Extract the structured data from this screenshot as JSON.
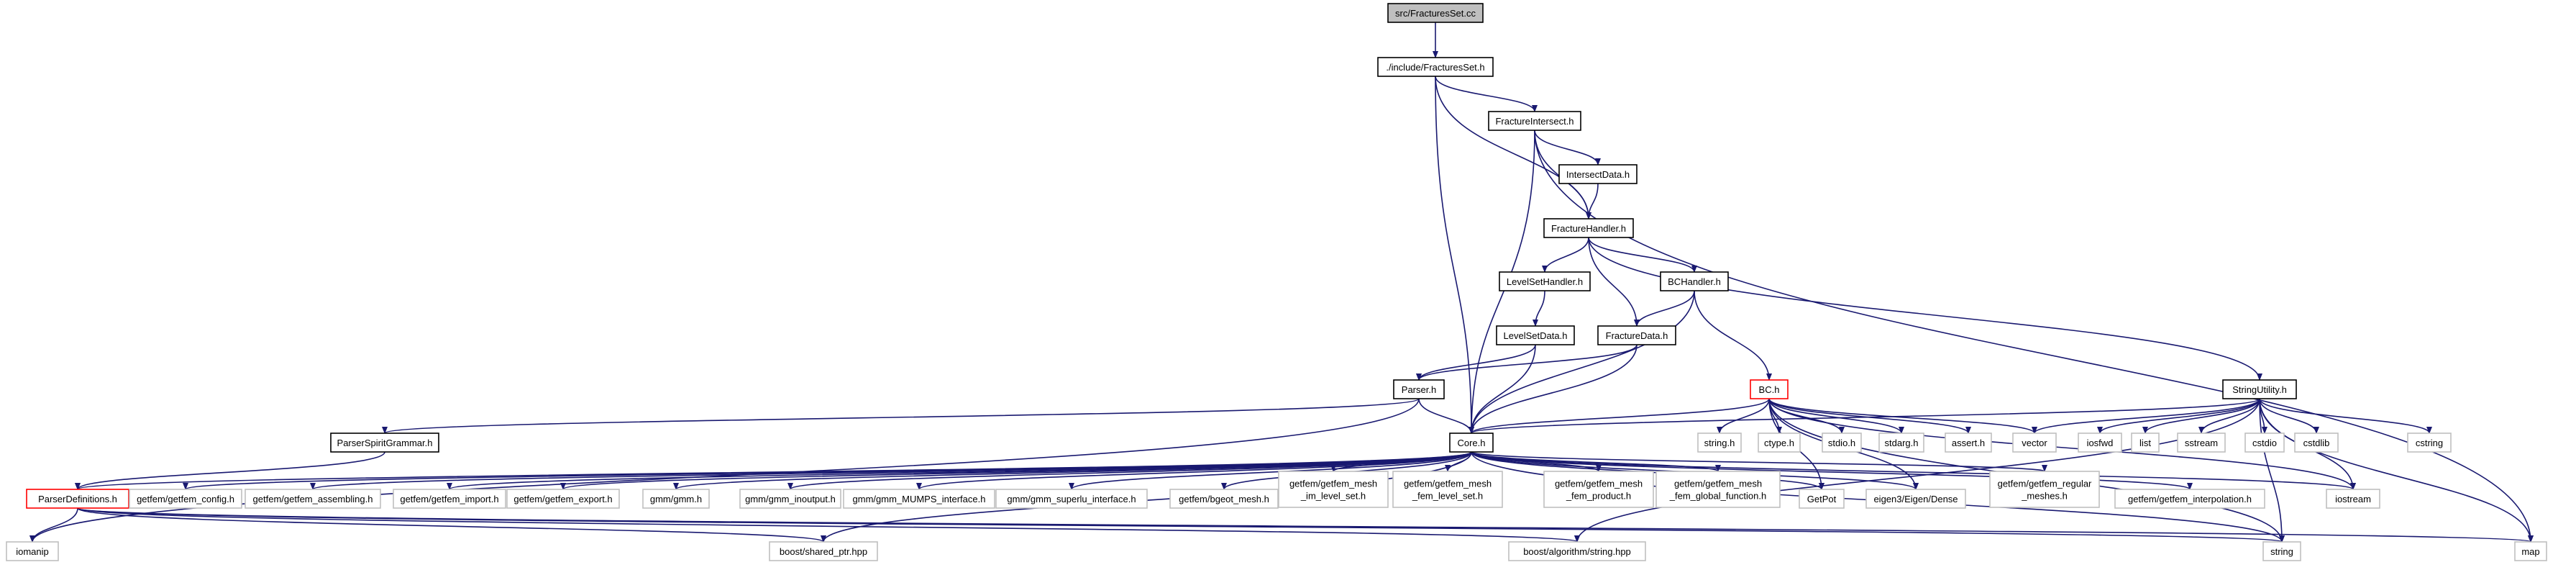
{
  "colors": {
    "edge": "#191970",
    "box_internal": "#000000",
    "box_external": "#bfbfbf",
    "box_incomplete": "#ff0000",
    "root_fill": "#bfbfbf"
  },
  "nodes": [
    {
      "id": "root",
      "lines": [
        "src/FracturesSet.cc"
      ],
      "kind": "root"
    },
    {
      "id": "include_fracturesset",
      "lines": [
        "./include/FracturesSet.h"
      ],
      "kind": "internal"
    },
    {
      "id": "fractureintersect",
      "lines": [
        "FractureIntersect.h"
      ],
      "kind": "internal"
    },
    {
      "id": "intersectdata",
      "lines": [
        "IntersectData.h"
      ],
      "kind": "internal"
    },
    {
      "id": "fracturehandler",
      "lines": [
        "FractureHandler.h"
      ],
      "kind": "internal"
    },
    {
      "id": "levelsethandler",
      "lines": [
        "LevelSetHandler.h"
      ],
      "kind": "internal"
    },
    {
      "id": "bchandler",
      "lines": [
        "BCHandler.h"
      ],
      "kind": "internal"
    },
    {
      "id": "levelsetdata",
      "lines": [
        "LevelSetData.h"
      ],
      "kind": "internal"
    },
    {
      "id": "fracturedata",
      "lines": [
        "FractureData.h"
      ],
      "kind": "internal"
    },
    {
      "id": "parser",
      "lines": [
        "Parser.h"
      ],
      "kind": "internal"
    },
    {
      "id": "bc",
      "lines": [
        "BC.h"
      ],
      "kind": "incomplete"
    },
    {
      "id": "stringutility",
      "lines": [
        "StringUtility.h"
      ],
      "kind": "internal"
    },
    {
      "id": "parserspiritgrammar",
      "lines": [
        "ParserSpiritGrammar.h"
      ],
      "kind": "internal"
    },
    {
      "id": "core",
      "lines": [
        "Core.h"
      ],
      "kind": "internal"
    },
    {
      "id": "stringh",
      "lines": [
        "string.h"
      ],
      "kind": "external"
    },
    {
      "id": "ctype",
      "lines": [
        "ctype.h"
      ],
      "kind": "external"
    },
    {
      "id": "stdio",
      "lines": [
        "stdio.h"
      ],
      "kind": "external"
    },
    {
      "id": "stdarg",
      "lines": [
        "stdarg.h"
      ],
      "kind": "external"
    },
    {
      "id": "assert",
      "lines": [
        "assert.h"
      ],
      "kind": "external"
    },
    {
      "id": "vector",
      "lines": [
        "vector"
      ],
      "kind": "external"
    },
    {
      "id": "iosfwd",
      "lines": [
        "iosfwd"
      ],
      "kind": "external"
    },
    {
      "id": "list",
      "lines": [
        "list"
      ],
      "kind": "external"
    },
    {
      "id": "sstream",
      "lines": [
        "sstream"
      ],
      "kind": "external"
    },
    {
      "id": "cstdio",
      "lines": [
        "cstdio"
      ],
      "kind": "external"
    },
    {
      "id": "cstdlib",
      "lines": [
        "cstdlib"
      ],
      "kind": "external"
    },
    {
      "id": "cstring",
      "lines": [
        "cstring"
      ],
      "kind": "external"
    },
    {
      "id": "parserdefinitions",
      "lines": [
        "ParserDefinitions.h"
      ],
      "kind": "incomplete"
    },
    {
      "id": "getfem_config",
      "lines": [
        "getfem/getfem_config.h"
      ],
      "kind": "external"
    },
    {
      "id": "getfem_assembling",
      "lines": [
        "getfem/getfem_assembling.h"
      ],
      "kind": "external"
    },
    {
      "id": "getfem_import",
      "lines": [
        "getfem/getfem_import.h"
      ],
      "kind": "external"
    },
    {
      "id": "getfem_export",
      "lines": [
        "getfem/getfem_export.h"
      ],
      "kind": "external"
    },
    {
      "id": "gmm",
      "lines": [
        "gmm/gmm.h"
      ],
      "kind": "external"
    },
    {
      "id": "gmm_inoutput",
      "lines": [
        "gmm/gmm_inoutput.h"
      ],
      "kind": "external"
    },
    {
      "id": "gmm_mumps",
      "lines": [
        "gmm/gmm_MUMPS_interface.h"
      ],
      "kind": "external"
    },
    {
      "id": "gmm_superlu",
      "lines": [
        "gmm/gmm_superlu_interface.h"
      ],
      "kind": "external"
    },
    {
      "id": "bgeot_mesh",
      "lines": [
        "getfem/bgeot_mesh.h"
      ],
      "kind": "external"
    },
    {
      "id": "mesh_im_level_set",
      "lines": [
        "getfem/getfem_mesh",
        "_im_level_set.h"
      ],
      "kind": "external"
    },
    {
      "id": "mesh_fem_level_set",
      "lines": [
        "getfem/getfem_mesh",
        "_fem_level_set.h"
      ],
      "kind": "external"
    },
    {
      "id": "mesh_fem_product",
      "lines": [
        "getfem/getfem_mesh",
        "_fem_product.h"
      ],
      "kind": "external"
    },
    {
      "id": "mesh_fem_global_function",
      "lines": [
        "getfem/getfem_mesh",
        "_fem_global_function.h"
      ],
      "kind": "external"
    },
    {
      "id": "getpot",
      "lines": [
        "GetPot"
      ],
      "kind": "external"
    },
    {
      "id": "eigen_dense",
      "lines": [
        "eigen3/Eigen/Dense"
      ],
      "kind": "external"
    },
    {
      "id": "regular_meshes",
      "lines": [
        "getfem/getfem_regular",
        "_meshes.h"
      ],
      "kind": "external"
    },
    {
      "id": "getfem_interpolation",
      "lines": [
        "getfem/getfem_interpolation.h"
      ],
      "kind": "external"
    },
    {
      "id": "iostream",
      "lines": [
        "iostream"
      ],
      "kind": "external"
    },
    {
      "id": "iomanip",
      "lines": [
        "iomanip"
      ],
      "kind": "external"
    },
    {
      "id": "shared_ptr",
      "lines": [
        "boost/shared_ptr.hpp"
      ],
      "kind": "external"
    },
    {
      "id": "algorithm_string",
      "lines": [
        "boost/algorithm/string.hpp"
      ],
      "kind": "external"
    },
    {
      "id": "string",
      "lines": [
        "string"
      ],
      "kind": "external"
    },
    {
      "id": "map",
      "lines": [
        "map"
      ],
      "kind": "external"
    }
  ],
  "edges": [
    [
      "root",
      "include_fracturesset"
    ],
    [
      "include_fracturesset",
      "fractureintersect"
    ],
    [
      "include_fracturesset",
      "fracturehandler"
    ],
    [
      "include_fracturesset",
      "core"
    ],
    [
      "fractureintersect",
      "intersectdata"
    ],
    [
      "fractureintersect",
      "fracturehandler"
    ],
    [
      "fractureintersect",
      "core"
    ],
    [
      "fractureintersect",
      "map"
    ],
    [
      "intersectdata",
      "fracturehandler"
    ],
    [
      "fracturehandler",
      "levelsethandler"
    ],
    [
      "fracturehandler",
      "bchandler"
    ],
    [
      "fracturehandler",
      "fracturedata"
    ],
    [
      "fracturehandler",
      "stringutility"
    ],
    [
      "levelsethandler",
      "levelsetdata"
    ],
    [
      "levelsetdata",
      "parser"
    ],
    [
      "levelsetdata",
      "core"
    ],
    [
      "bchandler",
      "fracturedata"
    ],
    [
      "bchandler",
      "bc"
    ],
    [
      "bchandler",
      "core"
    ],
    [
      "fracturedata",
      "parser"
    ],
    [
      "fracturedata",
      "core"
    ],
    [
      "parser",
      "parserspiritgrammar"
    ],
    [
      "parser",
      "core"
    ],
    [
      "parser",
      "iomanip"
    ],
    [
      "parserspiritgrammar",
      "parserdefinitions"
    ],
    [
      "bc",
      "core"
    ],
    [
      "bc",
      "stringh"
    ],
    [
      "bc",
      "ctype"
    ],
    [
      "bc",
      "stdio"
    ],
    [
      "bc",
      "stdarg"
    ],
    [
      "bc",
      "assert"
    ],
    [
      "bc",
      "vector"
    ],
    [
      "bc",
      "getpot"
    ],
    [
      "bc",
      "eigen_dense"
    ],
    [
      "bc",
      "iostream"
    ],
    [
      "bc",
      "string"
    ],
    [
      "stringutility",
      "core"
    ],
    [
      "stringutility",
      "vector"
    ],
    [
      "stringutility",
      "iosfwd"
    ],
    [
      "stringutility",
      "list"
    ],
    [
      "stringutility",
      "sstream"
    ],
    [
      "stringutility",
      "cstdio"
    ],
    [
      "stringutility",
      "cstdlib"
    ],
    [
      "stringutility",
      "cstring"
    ],
    [
      "stringutility",
      "iostream"
    ],
    [
      "stringutility",
      "string"
    ],
    [
      "stringutility",
      "map"
    ],
    [
      "stringutility",
      "algorithm_string"
    ],
    [
      "core",
      "parserdefinitions"
    ],
    [
      "core",
      "getfem_config"
    ],
    [
      "core",
      "getfem_assembling"
    ],
    [
      "core",
      "getfem_import"
    ],
    [
      "core",
      "getfem_export"
    ],
    [
      "core",
      "gmm"
    ],
    [
      "core",
      "gmm_inoutput"
    ],
    [
      "core",
      "gmm_mumps"
    ],
    [
      "core",
      "gmm_superlu"
    ],
    [
      "core",
      "bgeot_mesh"
    ],
    [
      "core",
      "mesh_im_level_set"
    ],
    [
      "core",
      "mesh_fem_level_set"
    ],
    [
      "core",
      "mesh_fem_product"
    ],
    [
      "core",
      "mesh_fem_global_function"
    ],
    [
      "core",
      "getpot"
    ],
    [
      "core",
      "eigen_dense"
    ],
    [
      "core",
      "regular_meshes"
    ],
    [
      "core",
      "getfem_interpolation"
    ],
    [
      "core",
      "iostream"
    ],
    [
      "core",
      "shared_ptr"
    ],
    [
      "core",
      "string"
    ],
    [
      "parserdefinitions",
      "iomanip"
    ],
    [
      "parserdefinitions",
      "shared_ptr"
    ],
    [
      "parserdefinitions",
      "algorithm_string"
    ],
    [
      "parserdefinitions",
      "string"
    ],
    [
      "parserdefinitions",
      "map"
    ]
  ]
}
